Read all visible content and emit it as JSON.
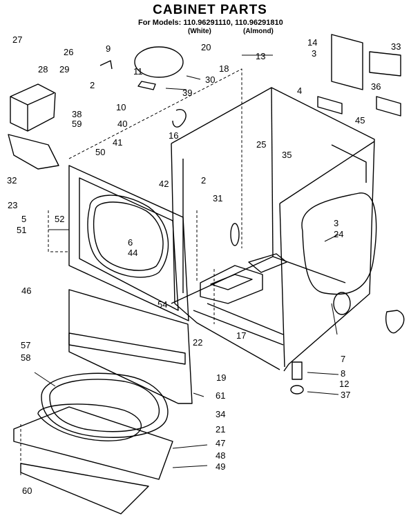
{
  "header": {
    "title": "CABINET PARTS",
    "models_line": "For Models: 110.96291110, 110.96291810",
    "white": "(White)",
    "almond": "(Almond)"
  },
  "callouts": [
    "27",
    "26",
    "9",
    "20",
    "13",
    "14",
    "33",
    "28",
    "29",
    "2",
    "11",
    "18",
    "3",
    "30",
    "39",
    "36",
    "4",
    "38",
    "10",
    "59",
    "40",
    "16",
    "45",
    "25",
    "35",
    "41",
    "50",
    "32",
    "42",
    "2",
    "31",
    "23",
    "5",
    "52",
    "3",
    "51",
    "6",
    "24",
    "44",
    "46",
    "54",
    "22",
    "17",
    "7",
    "8",
    "12",
    "37",
    "19",
    "57",
    "58",
    "61",
    "34",
    "21",
    "47",
    "48",
    "49",
    "60"
  ],
  "colors": {
    "ink": "#000000",
    "paper": "#ffffff"
  }
}
